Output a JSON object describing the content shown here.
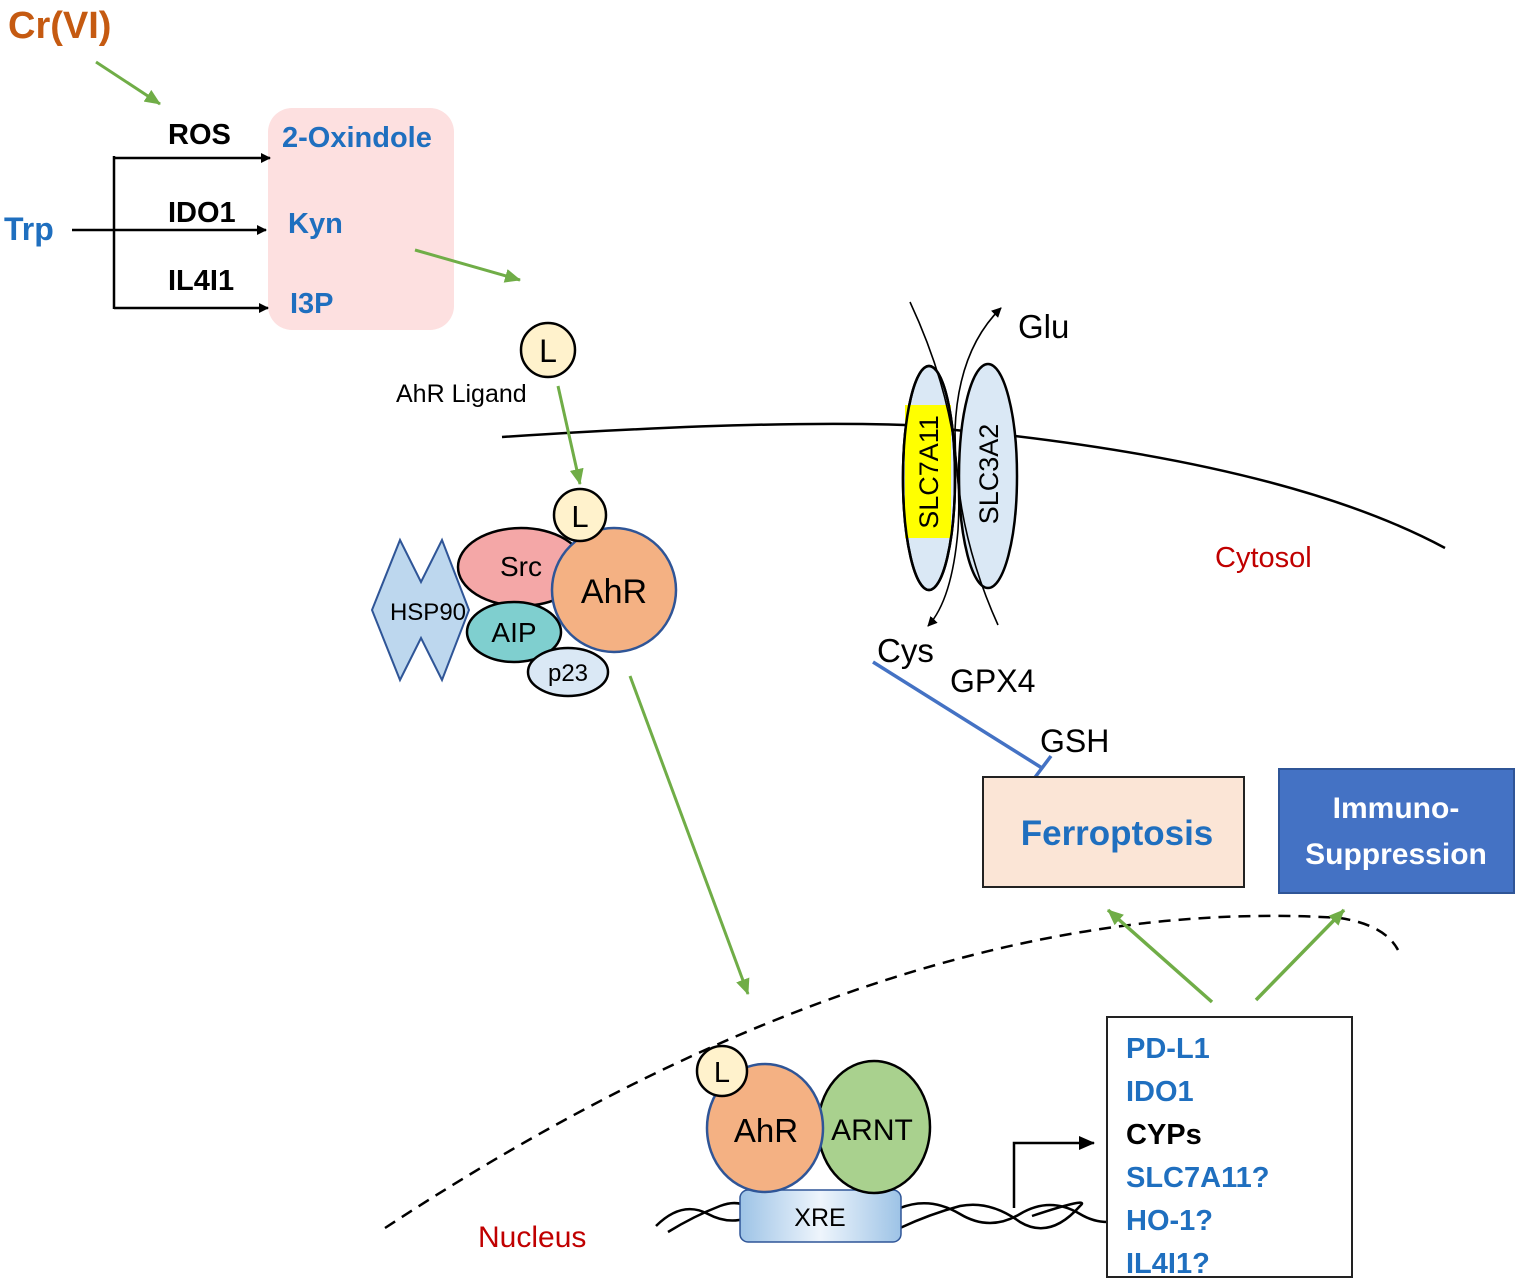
{
  "colors": {
    "blue_text": "#1f6fbf",
    "orange_text": "#c55a11",
    "red_text": "#c00000",
    "green_arrow": "#70ad47",
    "inhibit_blue": "#4472c4",
    "pink_box": "#fde0e0",
    "ferroptosis_box": "#fbe5d6",
    "immuno_box": "#4472c4",
    "ahr_fill": "#f4b183",
    "arnt_fill": "#a9d18e",
    "ligand_fill": "#fff2cc",
    "src_fill": "#f4a7a7",
    "aip_fill": "#7fcfcf",
    "p23_fill": "#dae8f5",
    "hsp90_fill": "#bdd7ee",
    "transporter_fill": "#dae8f5",
    "slc7a11_highlight": "#ffff00"
  },
  "stimulus": {
    "label": "Cr(VI)"
  },
  "tryptophan_pathway": {
    "substrate": "Trp",
    "enzymes": [
      "ROS",
      "IDO1",
      "IL4I1"
    ],
    "products": [
      "2-Oxindole",
      "Kyn",
      "I3P"
    ]
  },
  "ligand": {
    "symbol": "L",
    "caption": "AhR Ligand"
  },
  "cytosolic_complex": {
    "hsp90": "HSP90",
    "src": "Src",
    "aip": "AIP",
    "p23": "p23",
    "ahr": "AhR",
    "ligand": "L"
  },
  "transporter": {
    "slc7a11": "SLC7A11",
    "slc3a2": "SLC3A2",
    "export": "Glu",
    "import": "Cys"
  },
  "antioxidant": {
    "gpx4": "GPX4",
    "gsh": "GSH"
  },
  "compartments": {
    "cytosol": "Cytosol",
    "nucleus": "Nucleus"
  },
  "outcomes": {
    "ferroptosis": "Ferroptosis",
    "immuno_line1": "Immuno-",
    "immuno_line2": "Suppression"
  },
  "nuclear_complex": {
    "ligand": "L",
    "ahr": "AhR",
    "arnt": "ARNT",
    "xre": "XRE"
  },
  "target_genes": [
    {
      "label": "PD-L1",
      "color": "#1f6fbf"
    },
    {
      "label": "IDO1",
      "color": "#1f6fbf"
    },
    {
      "label": "CYPs",
      "color": "#000000"
    },
    {
      "label": "SLC7A11?",
      "color": "#1f6fbf"
    },
    {
      "label": "HO-1?",
      "color": "#1f6fbf"
    },
    {
      "label": "IL4I1?",
      "color": "#1f6fbf"
    }
  ]
}
